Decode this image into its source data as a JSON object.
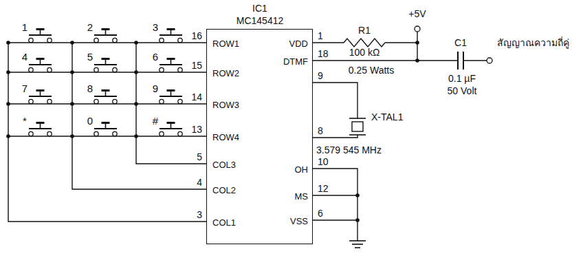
{
  "diagram": {
    "nodes": [
      {
        "text": [
          "IC1",
          "MC145412",
          "ROW1",
          "ROW2",
          "ROW3",
          "ROW4",
          "COL3",
          "COL2",
          "COL1",
          "VDD",
          "DTMF",
          "OH",
          "MS",
          "VSS"
        ]
      }
    ],
    "labels": [
      "1",
      "2",
      "3",
      "4",
      "5",
      "6",
      "7",
      "8",
      "9",
      "*",
      "0",
      "#",
      "16",
      "15",
      "14",
      "13",
      "5",
      "4",
      "3",
      "1",
      "18",
      "9",
      "8",
      "10",
      "12",
      "6",
      "+5V",
      "R1",
      "100 kΩ",
      "0.25 Watts",
      "C1",
      "0.1 µF",
      "50 Volt",
      "สัญญาณความถี่คู่",
      "X-TAL1",
      "3.579 545 MHz"
    ]
  }
}
